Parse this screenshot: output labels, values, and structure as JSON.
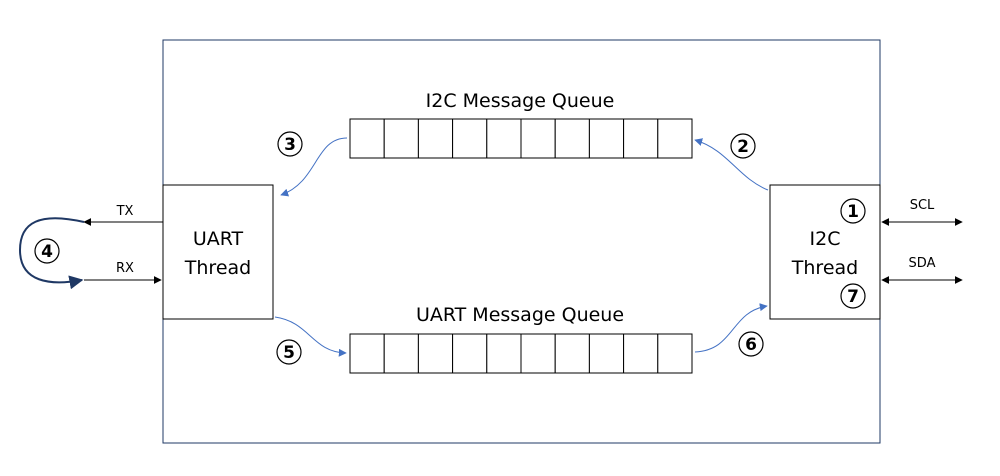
{
  "colors": {
    "outline": "#1f3864",
    "box": "#000000",
    "flow_arrow": "#4472c4",
    "loop": "#1f3864"
  },
  "queues": {
    "i2c": {
      "title": "I2C Message Queue",
      "cells": 10
    },
    "uart": {
      "title": "UART Message Queue",
      "cells": 10
    }
  },
  "threads": {
    "uart": {
      "line1": "UART",
      "line2": "Thread"
    },
    "i2c": {
      "line1": "I2C",
      "line2": "Thread"
    }
  },
  "signals": {
    "tx": "TX",
    "rx": "RX",
    "scl": "SCL",
    "sda": "SDA"
  },
  "steps": [
    "1",
    "2",
    "3",
    "4",
    "5",
    "6",
    "7"
  ]
}
